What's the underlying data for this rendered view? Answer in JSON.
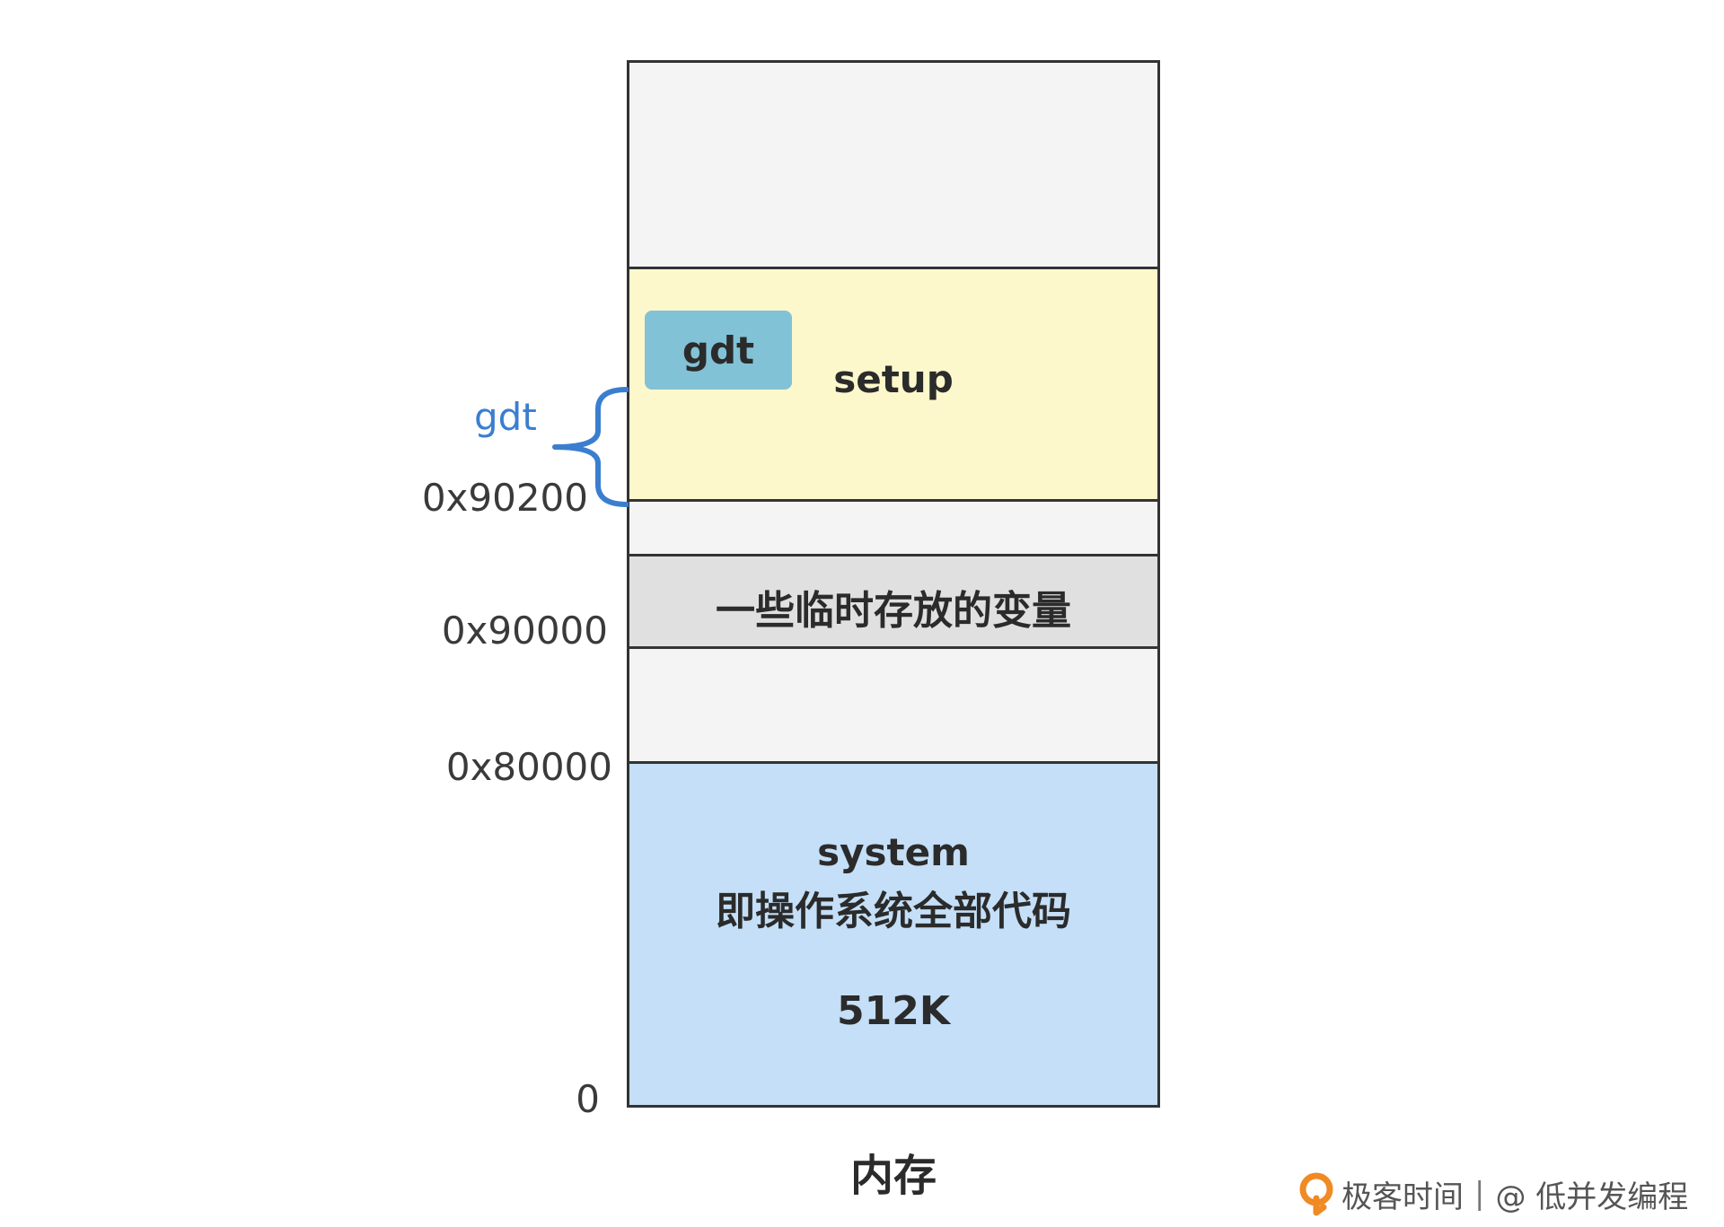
{
  "memory": {
    "caption": "内存",
    "segments": {
      "setup": "setup",
      "gdt": "gdt",
      "temp_vars": "一些临时存放的变量",
      "system_name": "system",
      "system_desc": "即操作系统全部代码",
      "system_size": "512K"
    }
  },
  "addresses": {
    "a90200": "0x90200",
    "a90000": "0x90000",
    "a80000": "0x80000",
    "zero": "0"
  },
  "brace_label": "gdt",
  "watermark": {
    "brand": "极客时间",
    "separator": "|",
    "author": "@ 低并发编程"
  },
  "colors": {
    "setup_fill": "#fdf8cc",
    "gdt_fill": "#82c2d6",
    "temp_fill": "#e0e0e0",
    "system_fill": "#c4dff7",
    "empty_fill": "#f4f4f4",
    "brace": "#3b7ed0",
    "logo": "#f08a24"
  }
}
